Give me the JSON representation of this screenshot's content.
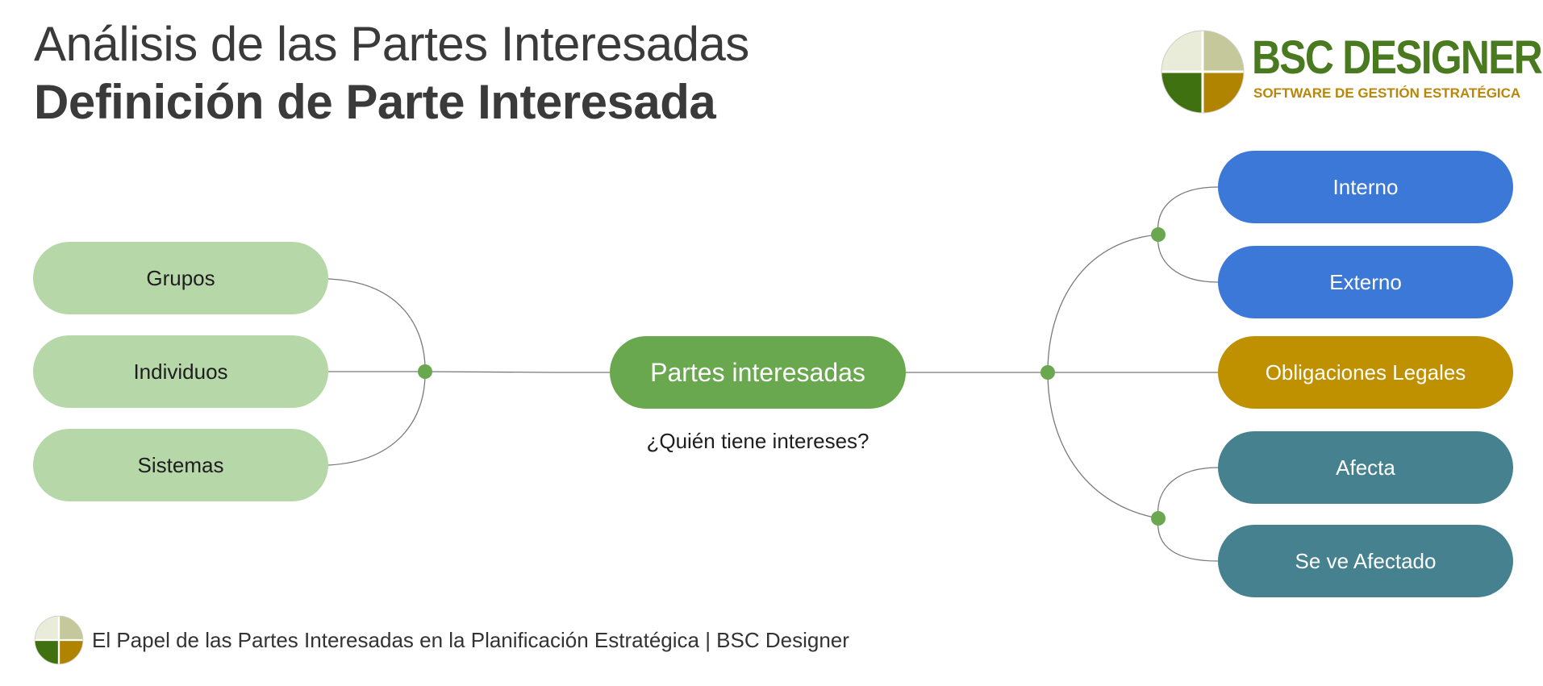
{
  "header": {
    "title_line1": "Análisis de las Partes Interesadas",
    "title_line2": "Definición de Parte Interesada"
  },
  "logo": {
    "name": "BSC DESIGNER",
    "tagline": "SOFTWARE DE GESTIÓN ESTRATÉGICA",
    "icon": "quadrant-logo-icon",
    "colors": {
      "top_left": "#e8ecd8",
      "top_right": "#c4c89a",
      "bottom_left": "#3f7110",
      "bottom_right": "#b08300",
      "text": "#4a7a1f",
      "tagline": "#b8860b"
    }
  },
  "diagram": {
    "center": {
      "label": "Partes interesadas",
      "subtitle": "¿Quién tiene intereses?",
      "color": "#6aa84f"
    },
    "left_nodes": [
      {
        "label": "Grupos",
        "color": "#b6d7a8"
      },
      {
        "label": "Individuos",
        "color": "#b6d7a8"
      },
      {
        "label": "Sistemas",
        "color": "#b6d7a8"
      }
    ],
    "right_nodes": [
      {
        "label": "Interno",
        "color": "#3c78d8"
      },
      {
        "label": "Externo",
        "color": "#3c78d8"
      },
      {
        "label": "Obligaciones Legales",
        "color": "#bf9000"
      },
      {
        "label": "Afecta",
        "color": "#45818e"
      },
      {
        "label": "Se ve Afectado",
        "color": "#45818e"
      }
    ],
    "junction_color": "#6aa84f",
    "line_color": "#7a7a7a"
  },
  "footer": {
    "text": "El Papel de las Partes Interesadas en la Planificación Estratégica | BSC Designer",
    "icon": "quadrant-logo-icon"
  }
}
